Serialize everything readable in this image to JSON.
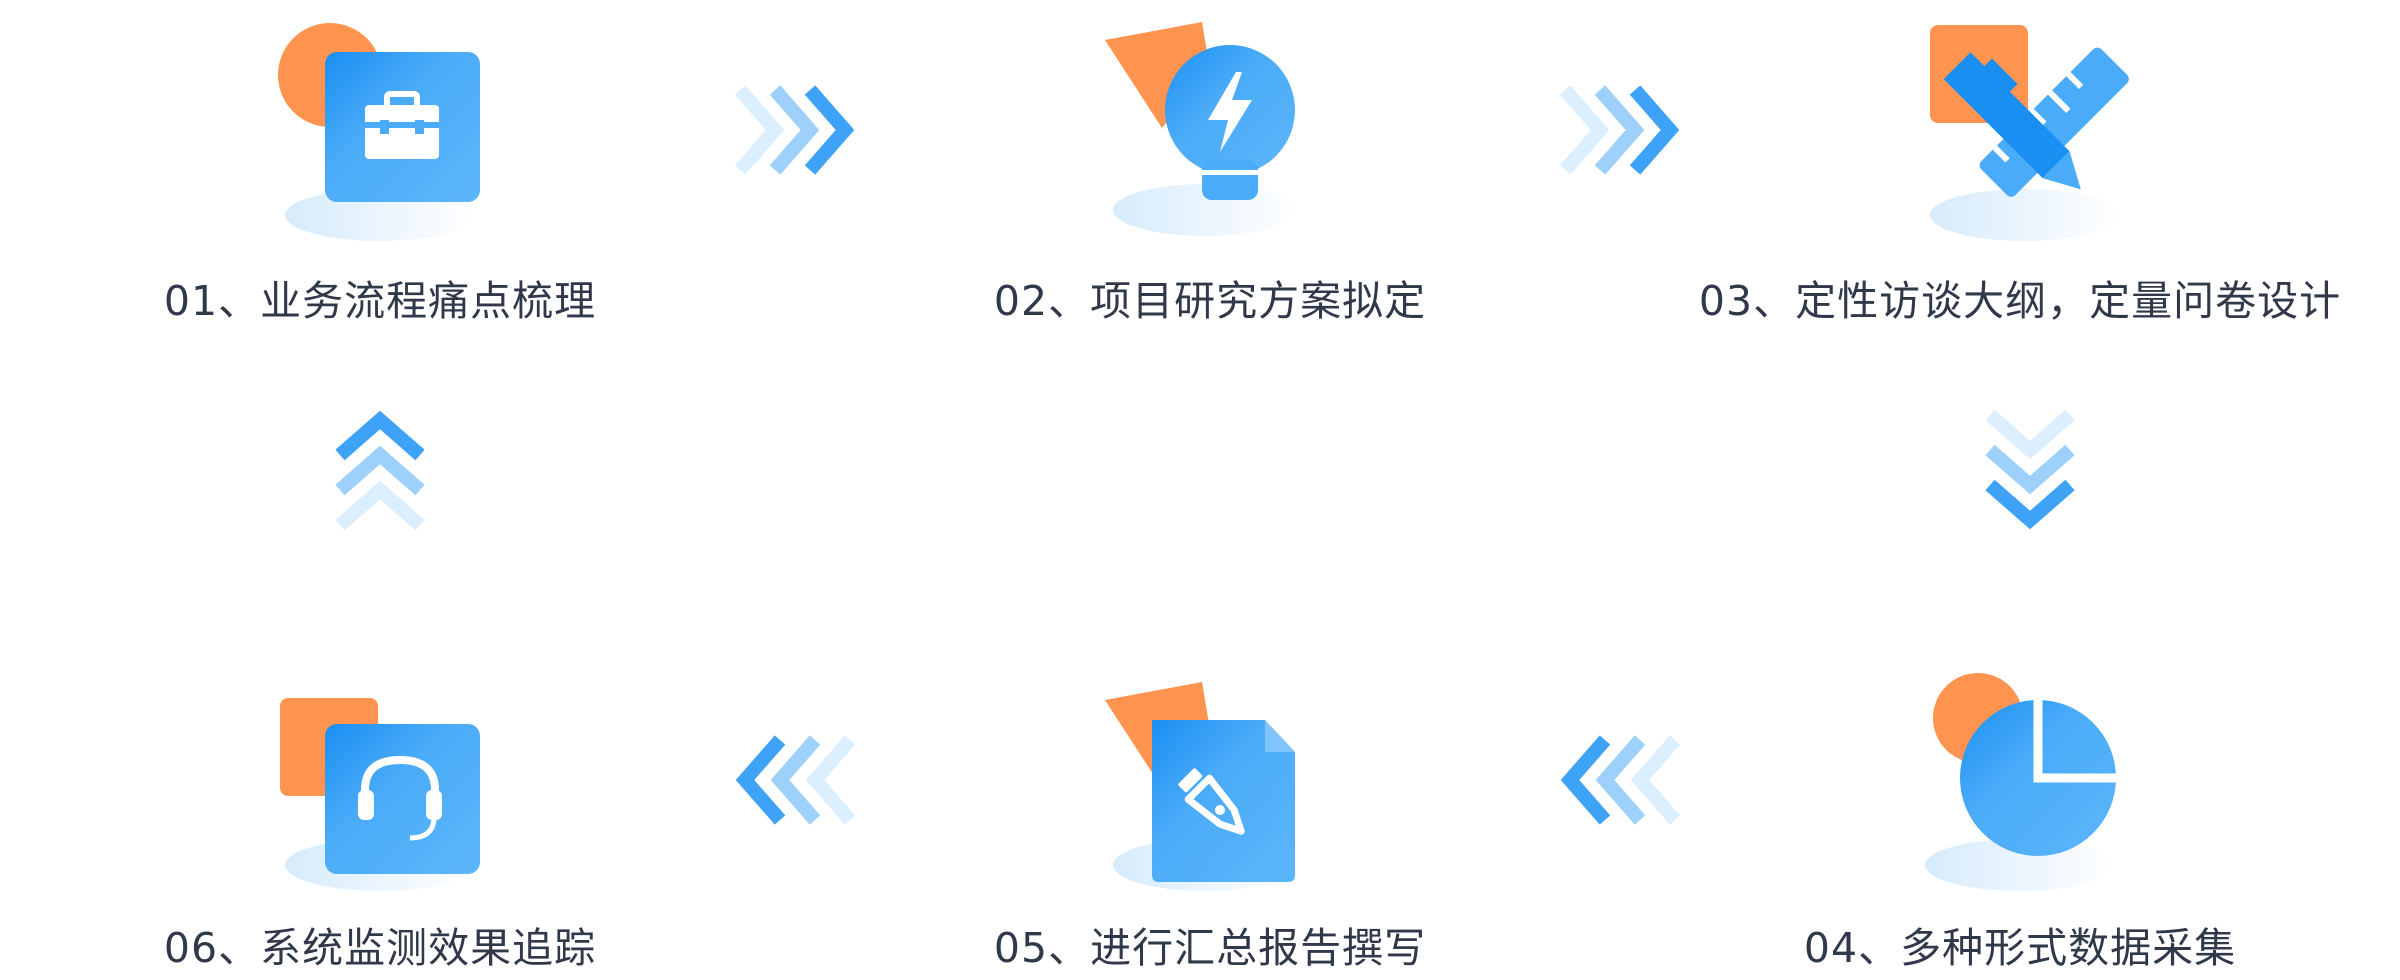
{
  "diagram": {
    "colors": {
      "primary": "#4aabf8",
      "primary_dark": "#1a8ff2",
      "accent": "#ff9350",
      "label": "#30394a",
      "shadow": "#d6ebfc"
    },
    "steps": [
      {
        "number": "01",
        "label": "01、业务流程痛点梳理",
        "icon": "briefcase-icon"
      },
      {
        "number": "02",
        "label": "02、项目研究方案拟定",
        "icon": "lightbulb-icon"
      },
      {
        "number": "03",
        "label": "03、定性访谈大纲，定量问卷设计",
        "icon": "ruler-pencil-icon"
      },
      {
        "number": "04",
        "label": "04、多种形式数据采集",
        "icon": "pie-chart-icon"
      },
      {
        "number": "05",
        "label": "05、进行汇总报告撰写",
        "icon": "document-pen-icon"
      },
      {
        "number": "06",
        "label": "06、系统监测效果追踪",
        "icon": "headset-icon"
      }
    ],
    "arrows": [
      {
        "from": "01",
        "to": "02",
        "direction": "right"
      },
      {
        "from": "02",
        "to": "03",
        "direction": "right"
      },
      {
        "from": "03",
        "to": "04",
        "direction": "down"
      },
      {
        "from": "04",
        "to": "05",
        "direction": "left"
      },
      {
        "from": "05",
        "to": "06",
        "direction": "left"
      },
      {
        "from": "06",
        "to": "01",
        "direction": "up"
      }
    ]
  }
}
